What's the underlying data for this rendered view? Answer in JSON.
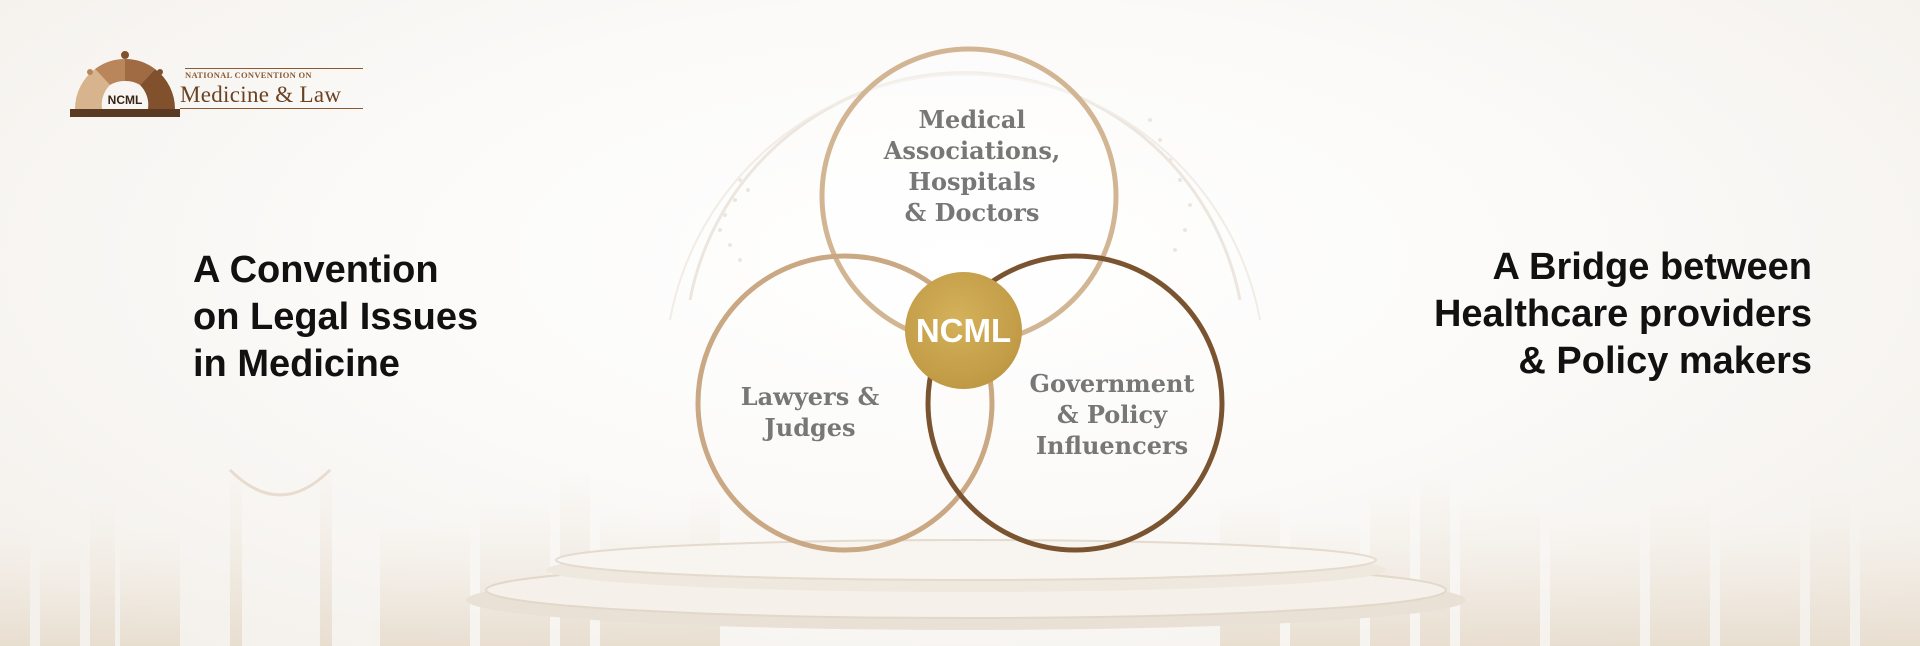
{
  "logo": {
    "abbreviation": "NCML",
    "small_text": "NATIONAL CONVENTION ON",
    "big_text": "Medicine & Law"
  },
  "left_headline": {
    "lines": [
      "A Convention",
      "on Legal Issues",
      "in Medicine"
    ]
  },
  "right_headline": {
    "lines": [
      "A Bridge between",
      "Healthcare providers",
      "& Policy makers"
    ]
  },
  "venn": {
    "center_label": "NCML",
    "medical": [
      "Medical",
      "Associations,",
      "Hospitals",
      "& Doctors"
    ],
    "lawyers": [
      "Lawyers &",
      "Judges"
    ],
    "government": [
      "Government",
      "& Policy",
      "Influencers"
    ]
  },
  "colors": {
    "brown_dark": "#6a4222",
    "brown_mid": "#8a5a34",
    "tan": "#c9a883",
    "gold": "#c49e48",
    "label_gray": "#777777",
    "headline": "#111111"
  }
}
